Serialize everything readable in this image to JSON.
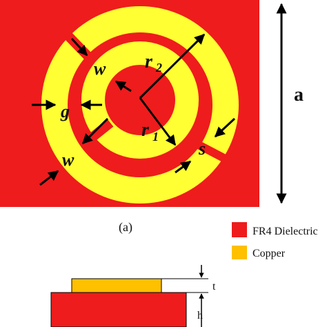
{
  "colors": {
    "dielectric": "#ee1c1c",
    "copper": "#ffff33",
    "legend_copper": "#ffc000",
    "arrow": "#000000"
  },
  "figure": {
    "caption": "(a)",
    "dimension_a": "a",
    "labels": {
      "r2": "r",
      "r2_sub": "2",
      "r1": "r",
      "r1_sub": "1",
      "w_inner": "w",
      "w_outer": "w",
      "g": "g",
      "s": "s",
      "t": "t",
      "h": "h"
    }
  },
  "legend": {
    "items": [
      {
        "label": "FR4 Dielectric",
        "color": "#ee1c1c"
      },
      {
        "label": "Copper",
        "color": "#ffc000"
      }
    ]
  }
}
